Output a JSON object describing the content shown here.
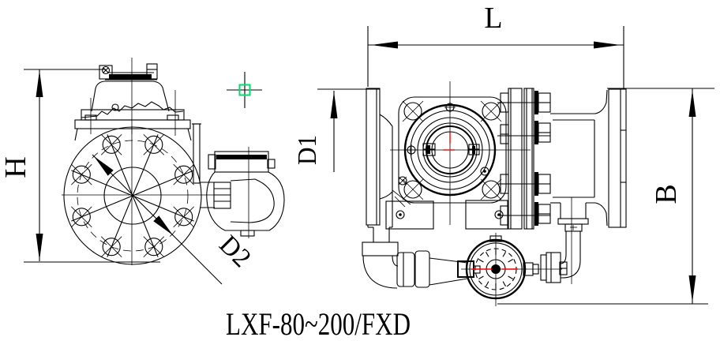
{
  "drawing": {
    "caption": "LXF-80~200/FXD",
    "dimensions": {
      "h": "H",
      "l": "L",
      "d1": "D1",
      "d2": "D2",
      "b": "B"
    },
    "colors": {
      "line": "#000000",
      "centerline": "#ff0000",
      "pickbox": "#00dd6e",
      "background": "#ffffff"
    },
    "cursor": {
      "icon": "cad-crosshair-icon",
      "pickbox_icon": "pickbox-icon"
    }
  }
}
